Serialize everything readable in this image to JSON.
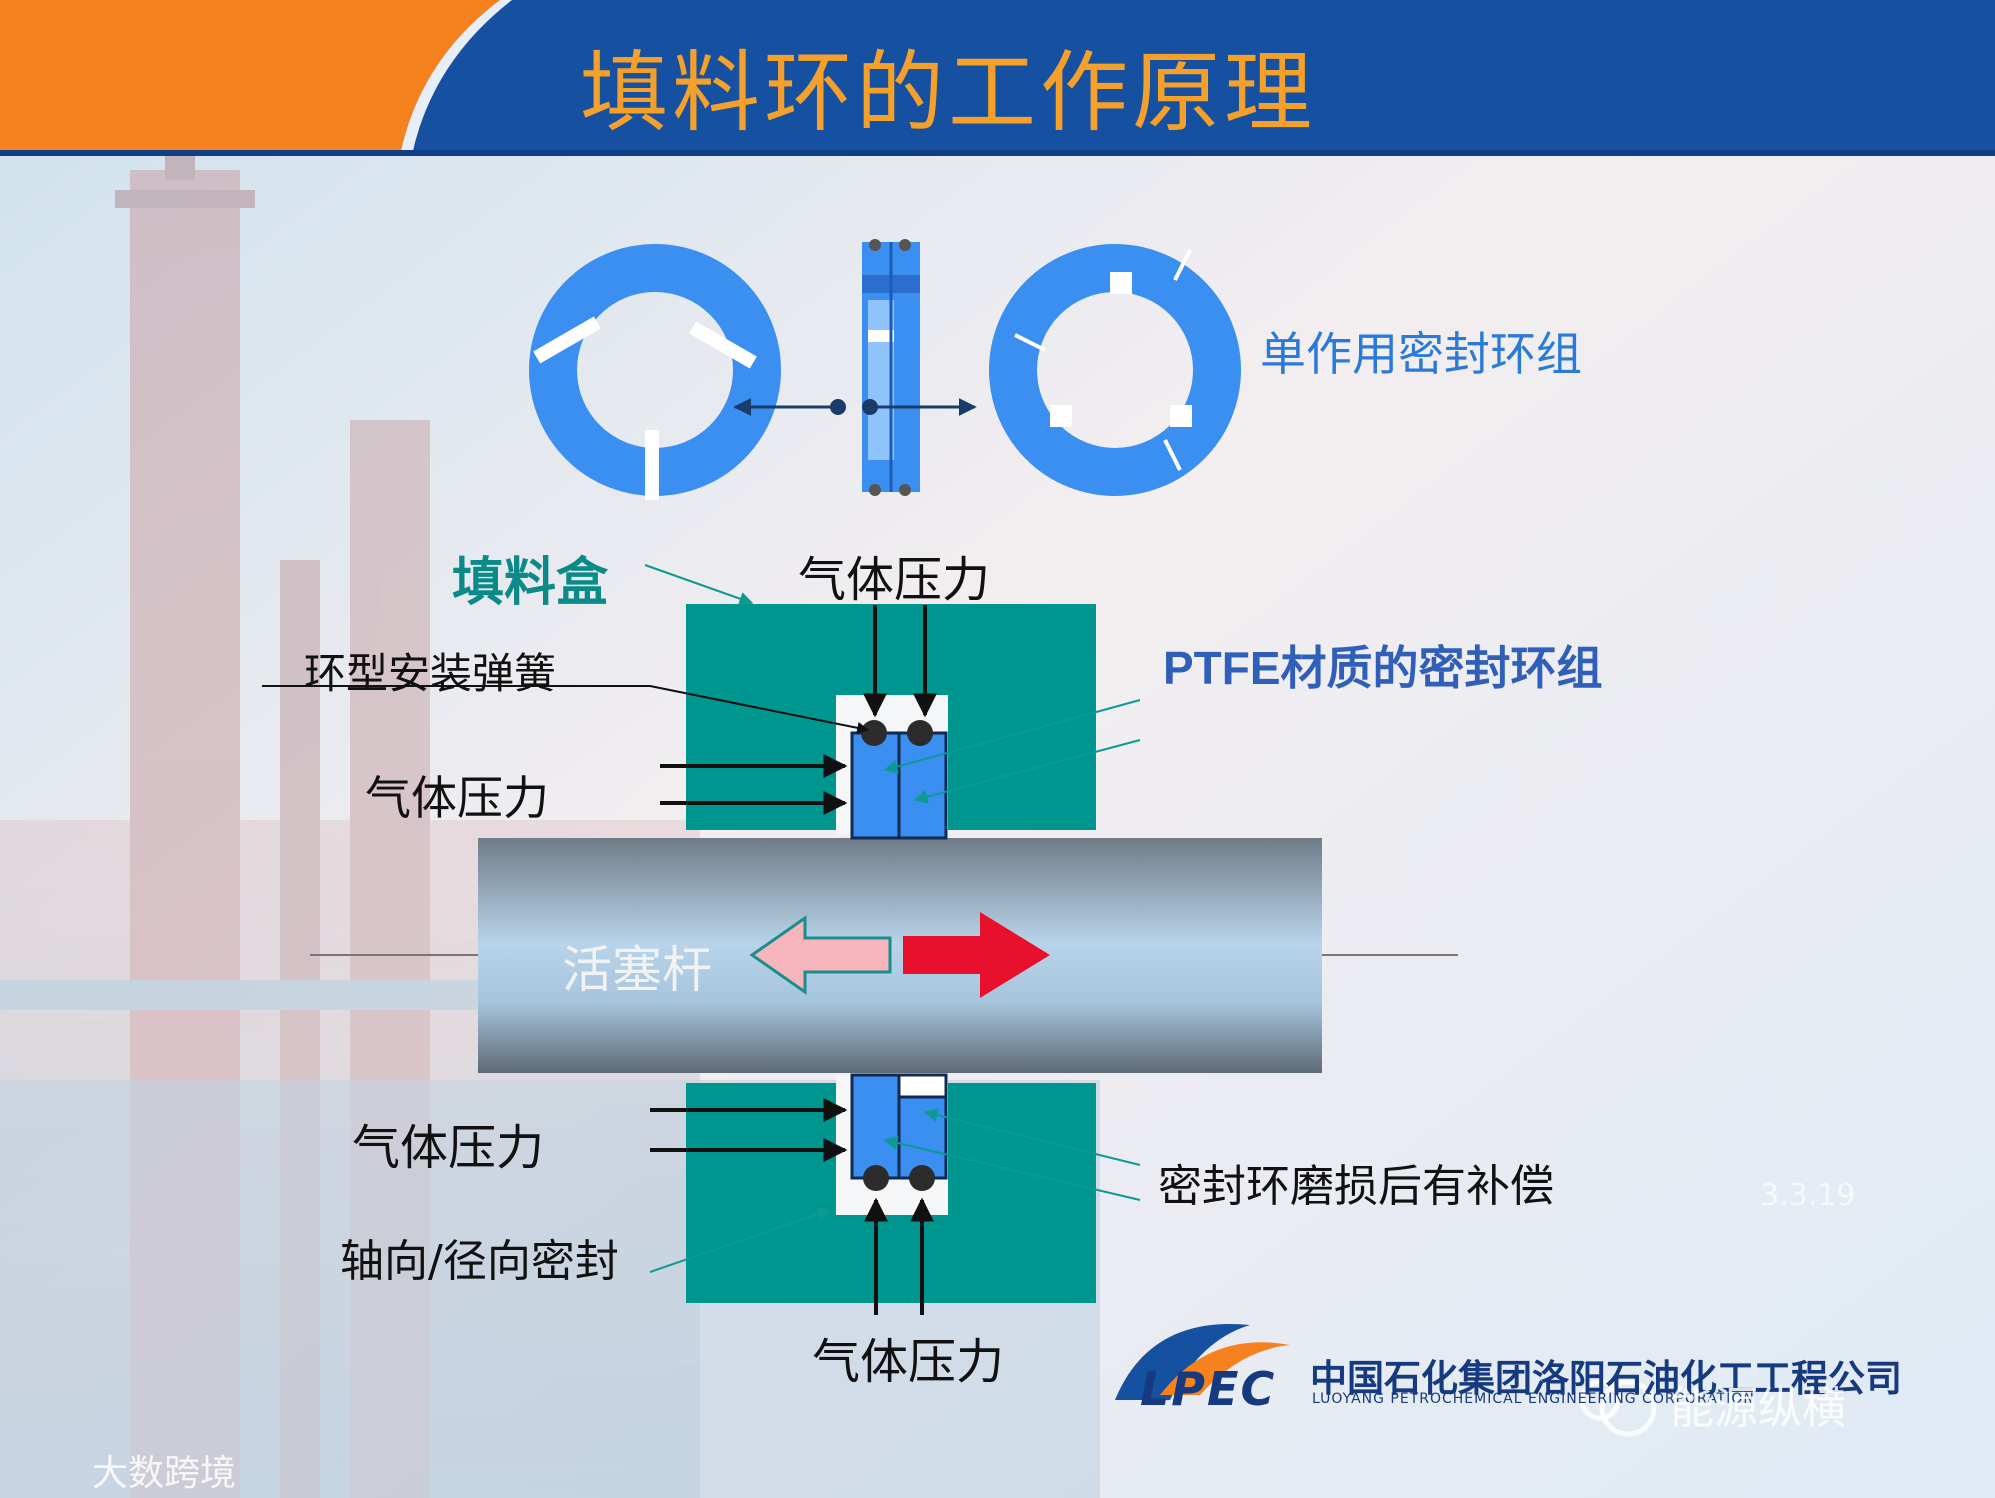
{
  "title": "填料环的工作原理",
  "labels": {
    "single_ring_group": "单作用密封环组",
    "packing_box": "填料盒",
    "gas_pressure_top": "气体压力",
    "ring_spring": "环型安装弹簧",
    "gas_pressure_left_upper": "气体压力",
    "ptfe_ring_group": "PTFE材质的密封环组",
    "piston_rod": "活塞杆",
    "gas_pressure_left_lower": "气体压力",
    "wear_compensation": "密封环磨损后有补偿",
    "axial_radial_seal": "轴向/径向密封",
    "gas_pressure_bottom": "气体压力"
  },
  "branding": {
    "lpec_logo": "LPEC",
    "company_cn": "中国石化集团洛阳石油化工工程公司",
    "company_en": "LUOYANG PETROCHEMICAL ENGINEERING CORPORATION",
    "watermark_wechat": "能源纵横",
    "watermark_site": "大数跨境",
    "date_fragment": "3.3.19"
  },
  "colors": {
    "header_blue": "#1650a0",
    "header_orange": "#f5821f",
    "title_gold": "#f5a02a",
    "ring_blue": "#3a8ff0",
    "box_teal": "#009690",
    "label_teal": "#0b8a88",
    "arrow_red": "#e8112d",
    "arrow_pink": "#f6b4bc"
  }
}
